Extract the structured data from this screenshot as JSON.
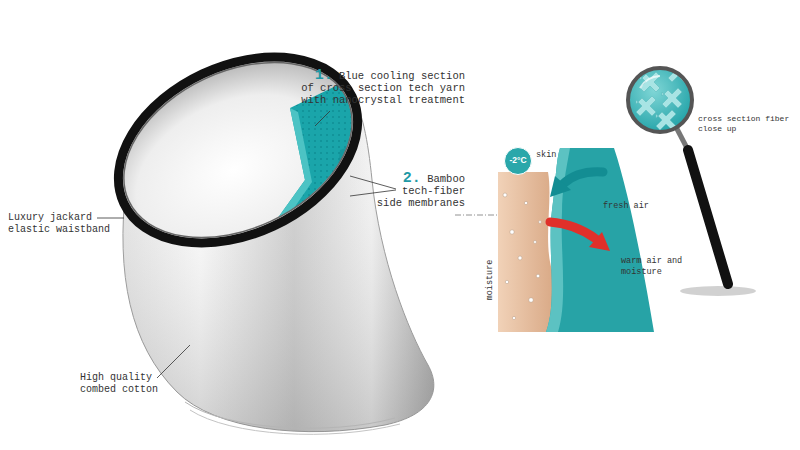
{
  "diagram": {
    "nodes": [
      {
        "text": [
          "-2°C"
        ]
      }
    ],
    "labels": [
      "1.",
      "Blue cooling section of cross section tech yarn with nanocrystal treatment",
      "2.",
      "Bamboo tech-fiber side membranes",
      "Luxury jackard elastic waistband",
      "High quality combed cotton",
      "skin",
      "fresh air",
      "warm air and moisture",
      "moisture",
      "cross section fiber close up"
    ]
  }
}
